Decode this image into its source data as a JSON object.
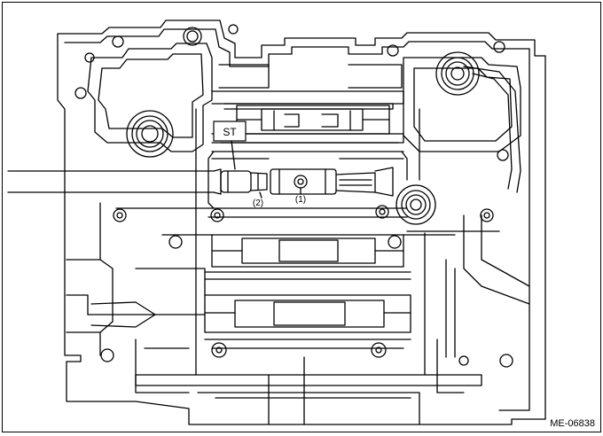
{
  "labels": {
    "st": "ST",
    "callout_1": "(1)",
    "callout_2": "(2)",
    "figure_id": "ME-06838"
  },
  "colors": {
    "line": "#000000",
    "background": "#ffffff"
  }
}
